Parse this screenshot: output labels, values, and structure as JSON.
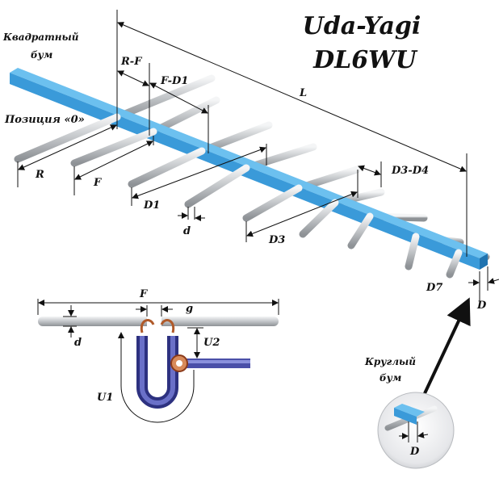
{
  "title": {
    "line1": "Uda-Yagi",
    "line2": "DL6WU"
  },
  "labels": {
    "square_boom": [
      "Квадратный",
      "бум"
    ],
    "position_zero": "Позиция «0»",
    "round_boom": [
      "Круглый",
      "бум"
    ]
  },
  "dimensions": {
    "L": "L",
    "R_F": "R-F",
    "F_D1": "F-D1",
    "R": "R",
    "F": "F",
    "D1": "D1",
    "d": "d",
    "D3": "D3",
    "D3_D4": "D3-D4",
    "D7": "D7",
    "D": "D"
  },
  "feed_detail": {
    "F": "F",
    "g": "g",
    "d": "d",
    "U1": "U1",
    "U2": "U2"
  },
  "inset": {
    "D": "D"
  },
  "colors": {
    "boom": "#3a9ad9",
    "boom_top": "#6cc0ef",
    "boom_side": "#1f73b0",
    "element": "#c9ccd0",
    "balun": "#4a4fa8",
    "coax_core": "#b05a2a"
  }
}
